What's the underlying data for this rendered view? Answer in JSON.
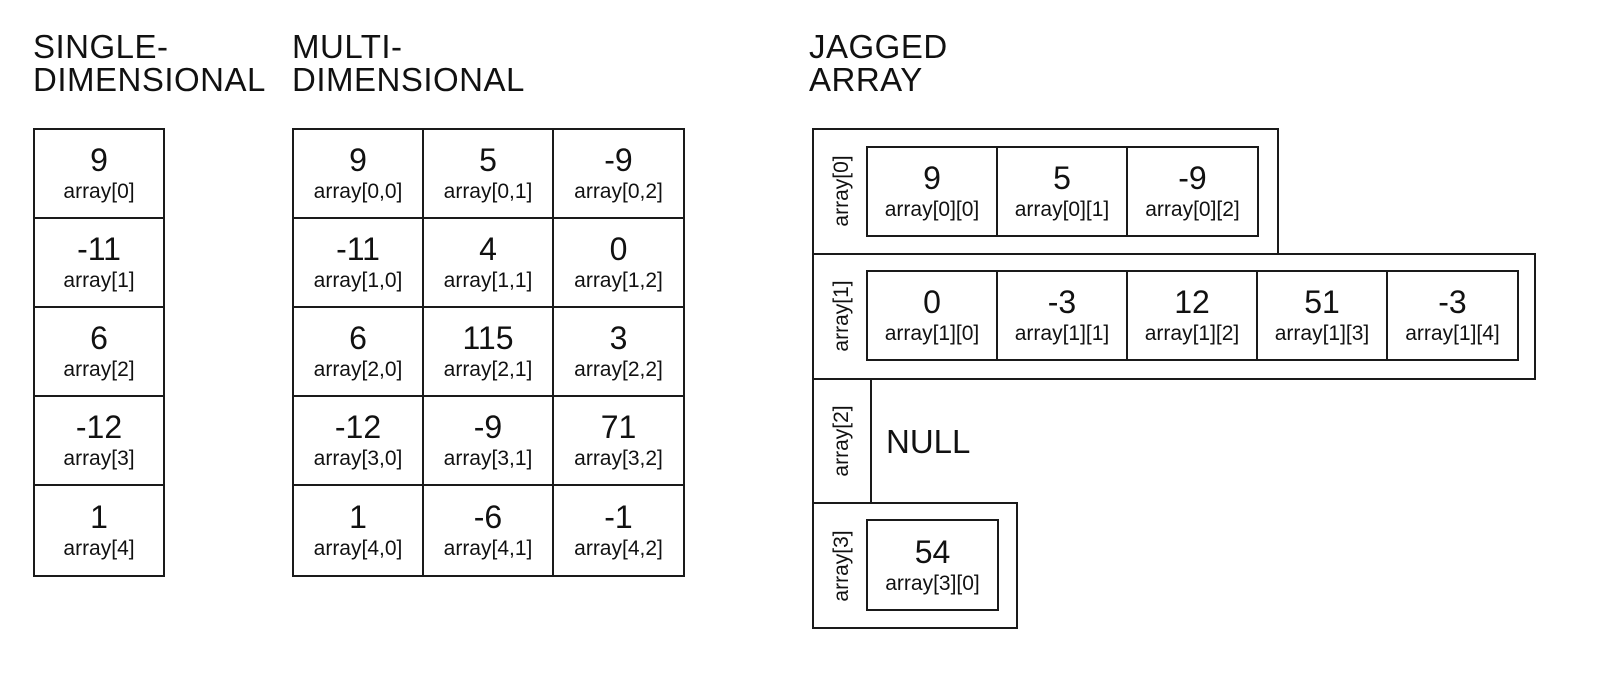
{
  "single": {
    "title": [
      "SINGLE-",
      "DIMENSIONAL"
    ],
    "cells": [
      {
        "value": "9",
        "label": "array[0]"
      },
      {
        "value": "-11",
        "label": "array[1]"
      },
      {
        "value": "6",
        "label": "array[2]"
      },
      {
        "value": "-12",
        "label": "array[3]"
      },
      {
        "value": "1",
        "label": "array[4]"
      }
    ]
  },
  "multi": {
    "title": [
      "MULTI-",
      "DIMENSIONAL"
    ],
    "rows": [
      [
        {
          "value": "9",
          "label": "array[0,0]"
        },
        {
          "value": "5",
          "label": "array[0,1]"
        },
        {
          "value": "-9",
          "label": "array[0,2]"
        }
      ],
      [
        {
          "value": "-11",
          "label": "array[1,0]"
        },
        {
          "value": "4",
          "label": "array[1,1]"
        },
        {
          "value": "0",
          "label": "array[1,2]"
        }
      ],
      [
        {
          "value": "6",
          "label": "array[2,0]"
        },
        {
          "value": "115",
          "label": "array[2,1]"
        },
        {
          "value": "3",
          "label": "array[2,2]"
        }
      ],
      [
        {
          "value": "-12",
          "label": "array[3,0]"
        },
        {
          "value": "-9",
          "label": "array[3,1]"
        },
        {
          "value": "71",
          "label": "array[3,2]"
        }
      ],
      [
        {
          "value": "1",
          "label": "array[4,0]"
        },
        {
          "value": "-6",
          "label": "array[4,1]"
        },
        {
          "value": "-1",
          "label": "array[4,2]"
        }
      ]
    ]
  },
  "jagged": {
    "title": [
      "JAGGED",
      "ARRAY"
    ],
    "rows": [
      {
        "label": "array[0]",
        "cells": [
          {
            "value": "9",
            "label": "array[0][0]"
          },
          {
            "value": "5",
            "label": "array[0][1]"
          },
          {
            "value": "-9",
            "label": "array[0][2]"
          }
        ]
      },
      {
        "label": "array[1]",
        "cells": [
          {
            "value": "0",
            "label": "array[1][0]"
          },
          {
            "value": "-3",
            "label": "array[1][1]"
          },
          {
            "value": "12",
            "label": "array[1][2]"
          },
          {
            "value": "51",
            "label": "array[1][3]"
          },
          {
            "value": "-3",
            "label": "array[1][4]"
          }
        ]
      },
      {
        "label": "array[2]",
        "null_text": "NULL",
        "cells": []
      },
      {
        "label": "array[3]",
        "cells": [
          {
            "value": "54",
            "label": "array[3][0]"
          }
        ]
      }
    ]
  }
}
